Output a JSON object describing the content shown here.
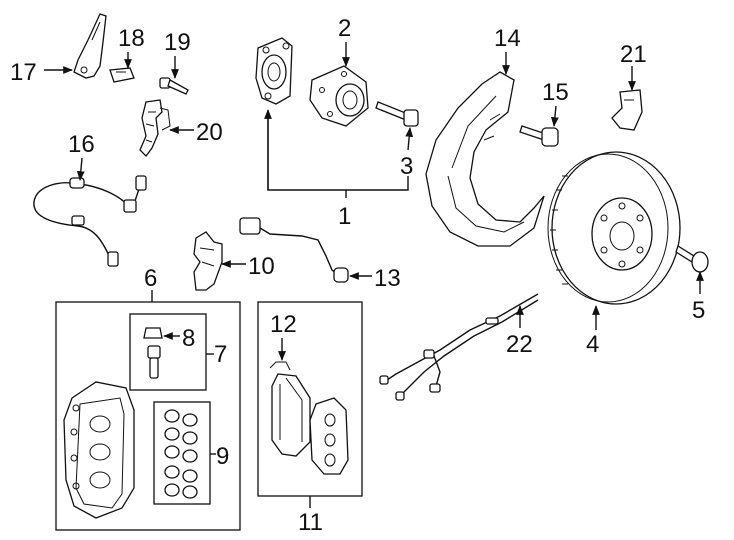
{
  "callouts": {
    "c1": "1",
    "c2": "2",
    "c3": "3",
    "c4": "4",
    "c5": "5",
    "c6": "6",
    "c7": "7",
    "c8": "8",
    "c9": "9",
    "c10": "10",
    "c11": "11",
    "c12": "12",
    "c13": "13",
    "c14": "14",
    "c15": "15",
    "c16": "16",
    "c17": "17",
    "c18": "18",
    "c19": "19",
    "c20": "20",
    "c21": "21",
    "c22": "22"
  },
  "colors": {
    "line": "#111111",
    "background": "#ffffff"
  }
}
